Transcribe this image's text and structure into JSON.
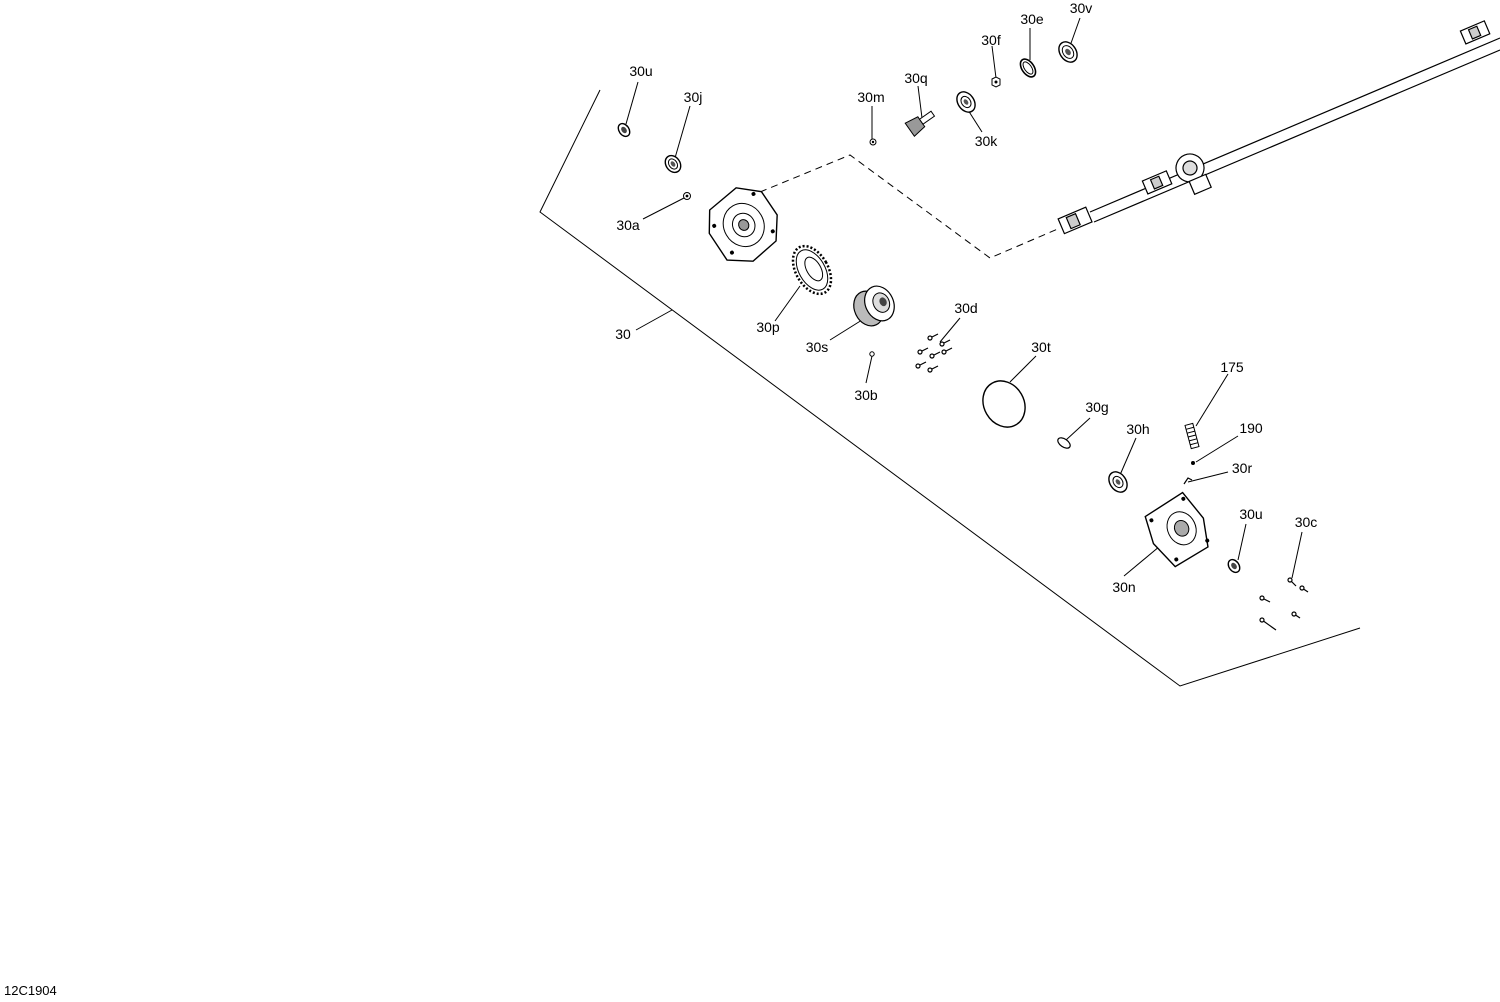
{
  "diagram": {
    "reference_code": "12C1904",
    "callouts": {
      "assembly": "30",
      "p30a": "30a",
      "p30b": "30b",
      "p30c": "30c",
      "p30d": "30d",
      "p30e": "30e",
      "p30f": "30f",
      "p30g": "30g",
      "p30h": "30h",
      "p30j": "30j",
      "p30k": "30k",
      "p30m": "30m",
      "p30n": "30n",
      "p30p": "30p",
      "p30q": "30q",
      "p30r": "30r",
      "p30s": "30s",
      "p30t": "30t",
      "p30u_top": "30u",
      "p30u_bottom": "30u",
      "p30v": "30v",
      "p175": "175",
      "p190": "190"
    }
  }
}
